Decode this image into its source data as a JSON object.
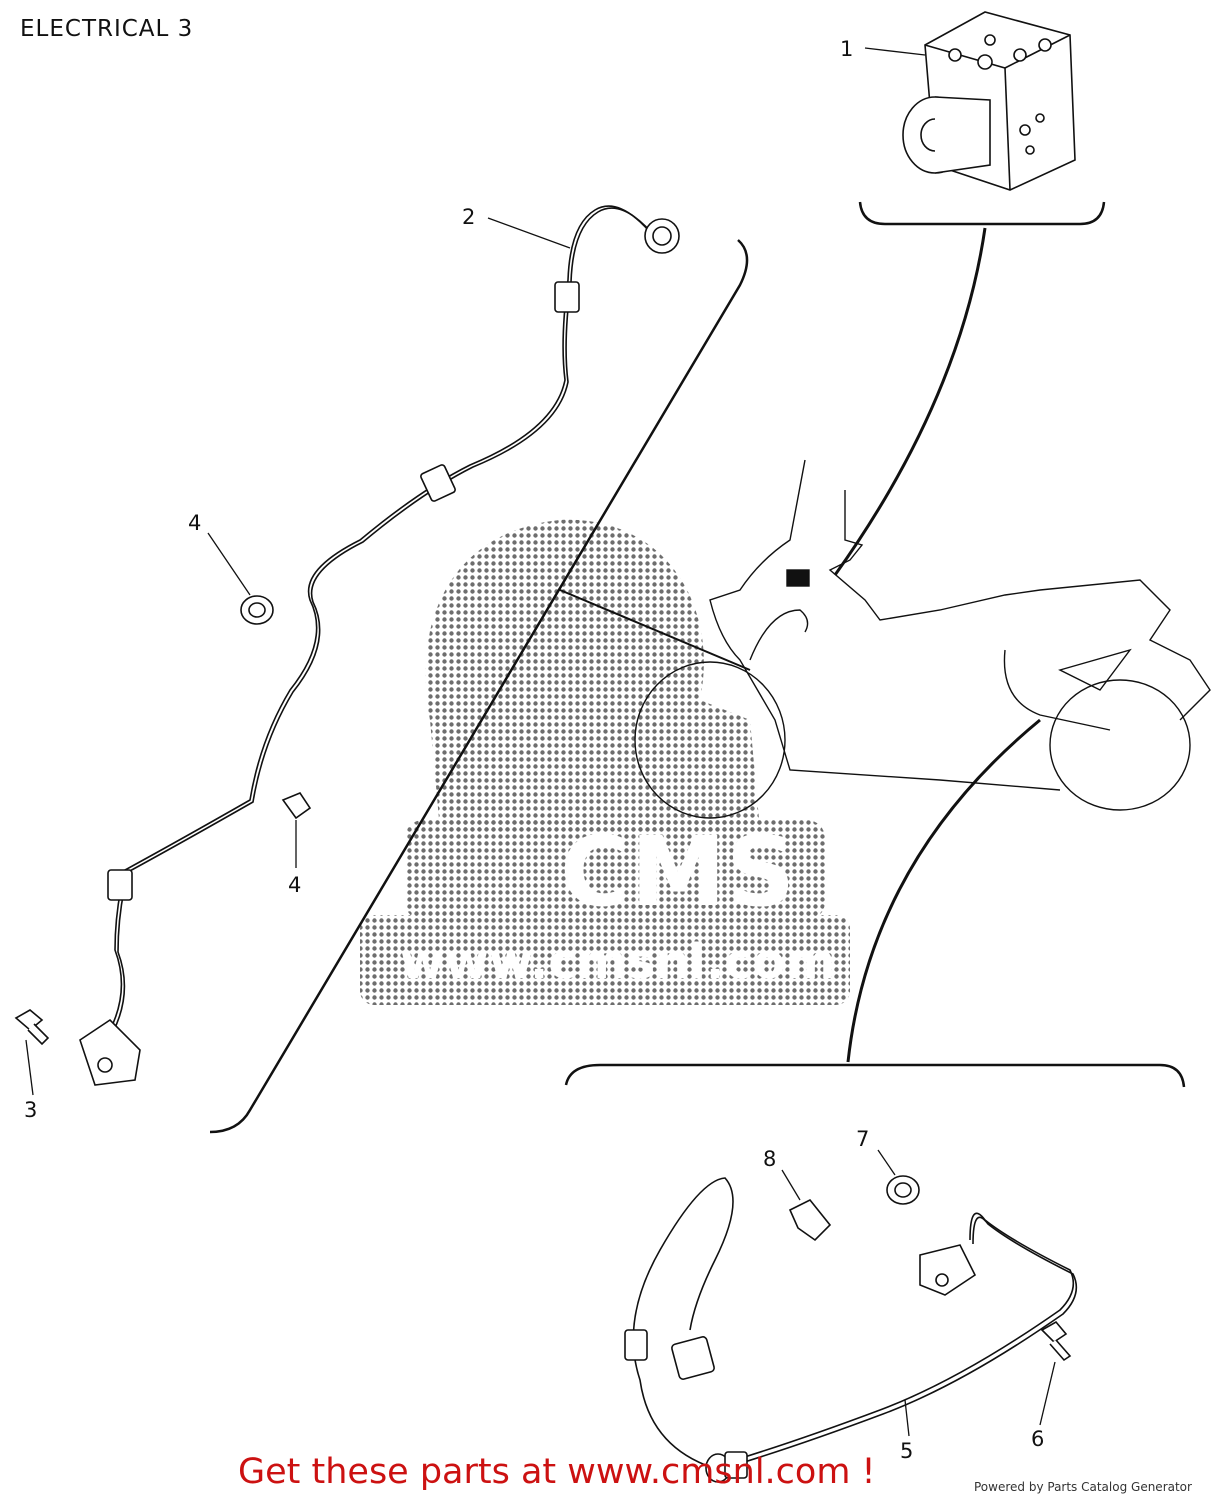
{
  "header": {
    "title": "ELECTRICAL 3"
  },
  "callouts": [
    "1",
    "2",
    "3",
    "4",
    "4",
    "5",
    "6",
    "7",
    "8"
  ],
  "watermark": {
    "logo_text": "CMS",
    "logo_url_text": "www.cmsnl.com",
    "link_text": "Get these parts at www.cmsnl.com !",
    "powered_by": "Powered by Parts Catalog Generator"
  },
  "colors": {
    "line": "#111111",
    "watermark_red": "#cc1111",
    "logo_dots": "#555555"
  }
}
